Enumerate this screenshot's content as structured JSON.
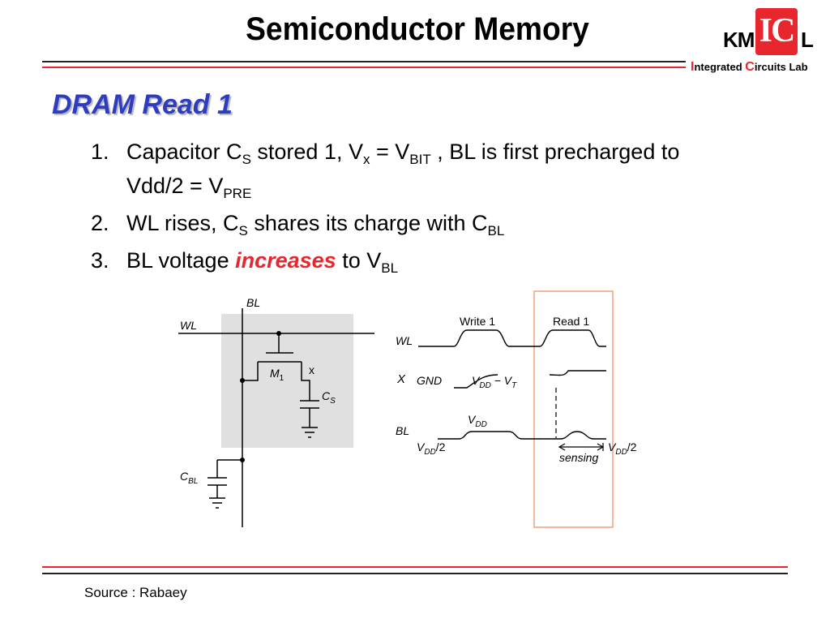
{
  "header": {
    "title": "Semiconductor Memory",
    "logo": {
      "km": "KM",
      "ic": "IC",
      "l": "L",
      "lab_i": "I",
      "lab_ntegrated": "ntegrated ",
      "lab_c": "C",
      "lab_ircuits": "ircuits Lab"
    }
  },
  "slide": {
    "subtitle": "DRAM Read 1",
    "items": [
      {
        "number": "1.",
        "p1": "Capacitor C",
        "s1": "S",
        "p2": " stored 1, V",
        "s2": "x",
        "p3": " = V",
        "s3": "BIT",
        "p4": " , BL is first precharged to Vdd/2 = V",
        "s4": "PRE"
      },
      {
        "number": "2.",
        "p1": "WL rises, C",
        "s1": "S",
        "p2": " shares its charge with C",
        "s2": "BL"
      },
      {
        "number": "3.",
        "p1": "BL voltage ",
        "emph": "increases",
        "p2": " to V",
        "s2": "BL"
      }
    ]
  },
  "circuit": {
    "bl_label": "BL",
    "wl_label": "WL",
    "m1_label": "M",
    "m1_sub": "1",
    "x_label": "x",
    "cs_label": "C",
    "cs_sub": "S",
    "cbl_label": "C",
    "cbl_sub": "BL"
  },
  "timing": {
    "write_label": "Write 1",
    "read_label": "Read 1",
    "wl_label": "WL",
    "x_label": "X",
    "gnd_label": "GND",
    "vdd_vt_v": "V",
    "vdd_vt_dd": "DD",
    "vdd_vt_mid": " − V",
    "vdd_vt_t": "T",
    "bl_label": "BL",
    "vdd_top_v": "V",
    "vdd_top_dd": "DD",
    "vdd_half_left_v": "V",
    "vdd_half_left_dd": "DD",
    "vdd_half_left_tail": "/2",
    "sensing_label": "sensing",
    "vdd_half_right_v": "V",
    "vdd_half_right_dd": "DD",
    "vdd_half_right_tail": "/2"
  },
  "footer": {
    "source": "Source : Rabaey"
  },
  "colors": {
    "title_rule_dark": "#222222",
    "accent_red": "#e8262e",
    "subtitle_blue": "#2e3cc0",
    "highlight_box": "#f0a07c",
    "cell_shading": "#e0e0e0"
  }
}
